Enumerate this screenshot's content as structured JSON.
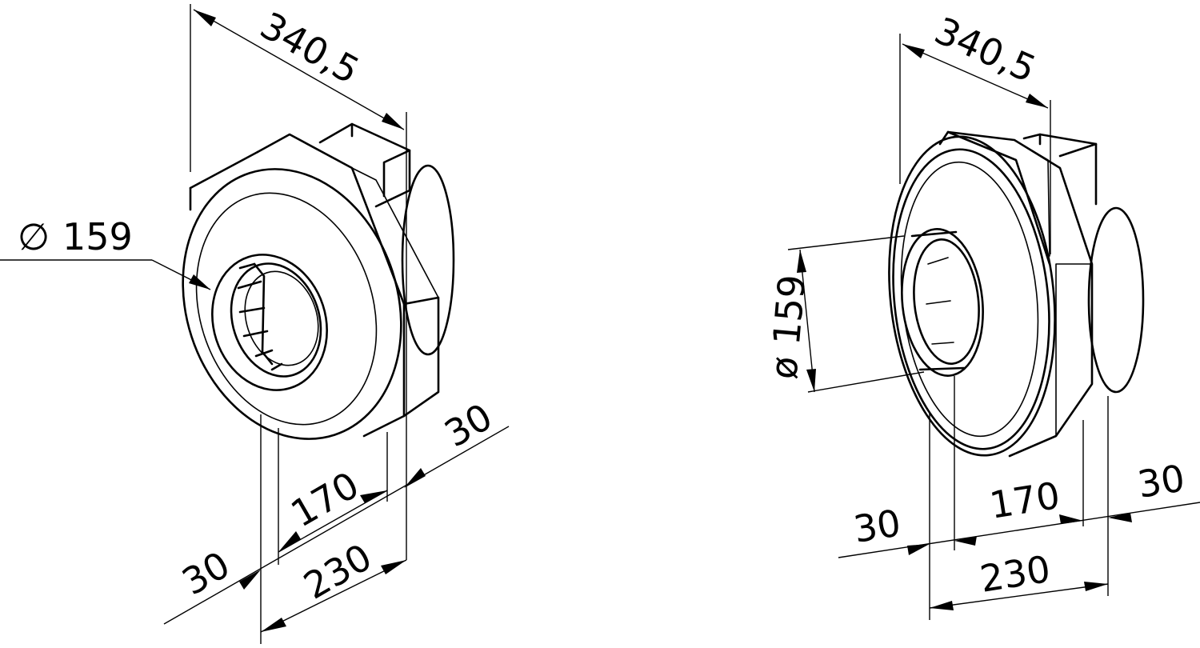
{
  "views": {
    "left": {
      "diameter_symbol": "∅",
      "diameter_value": "159",
      "top_length": "340,5",
      "right_flange": "30",
      "body_length": "170",
      "left_flange": "30",
      "total_length": "230"
    },
    "right": {
      "diameter_label": "ø 159",
      "top_length": "340,5",
      "left_flange": "30",
      "body_length": "170",
      "right_flange": "30",
      "total_length": "230"
    }
  }
}
